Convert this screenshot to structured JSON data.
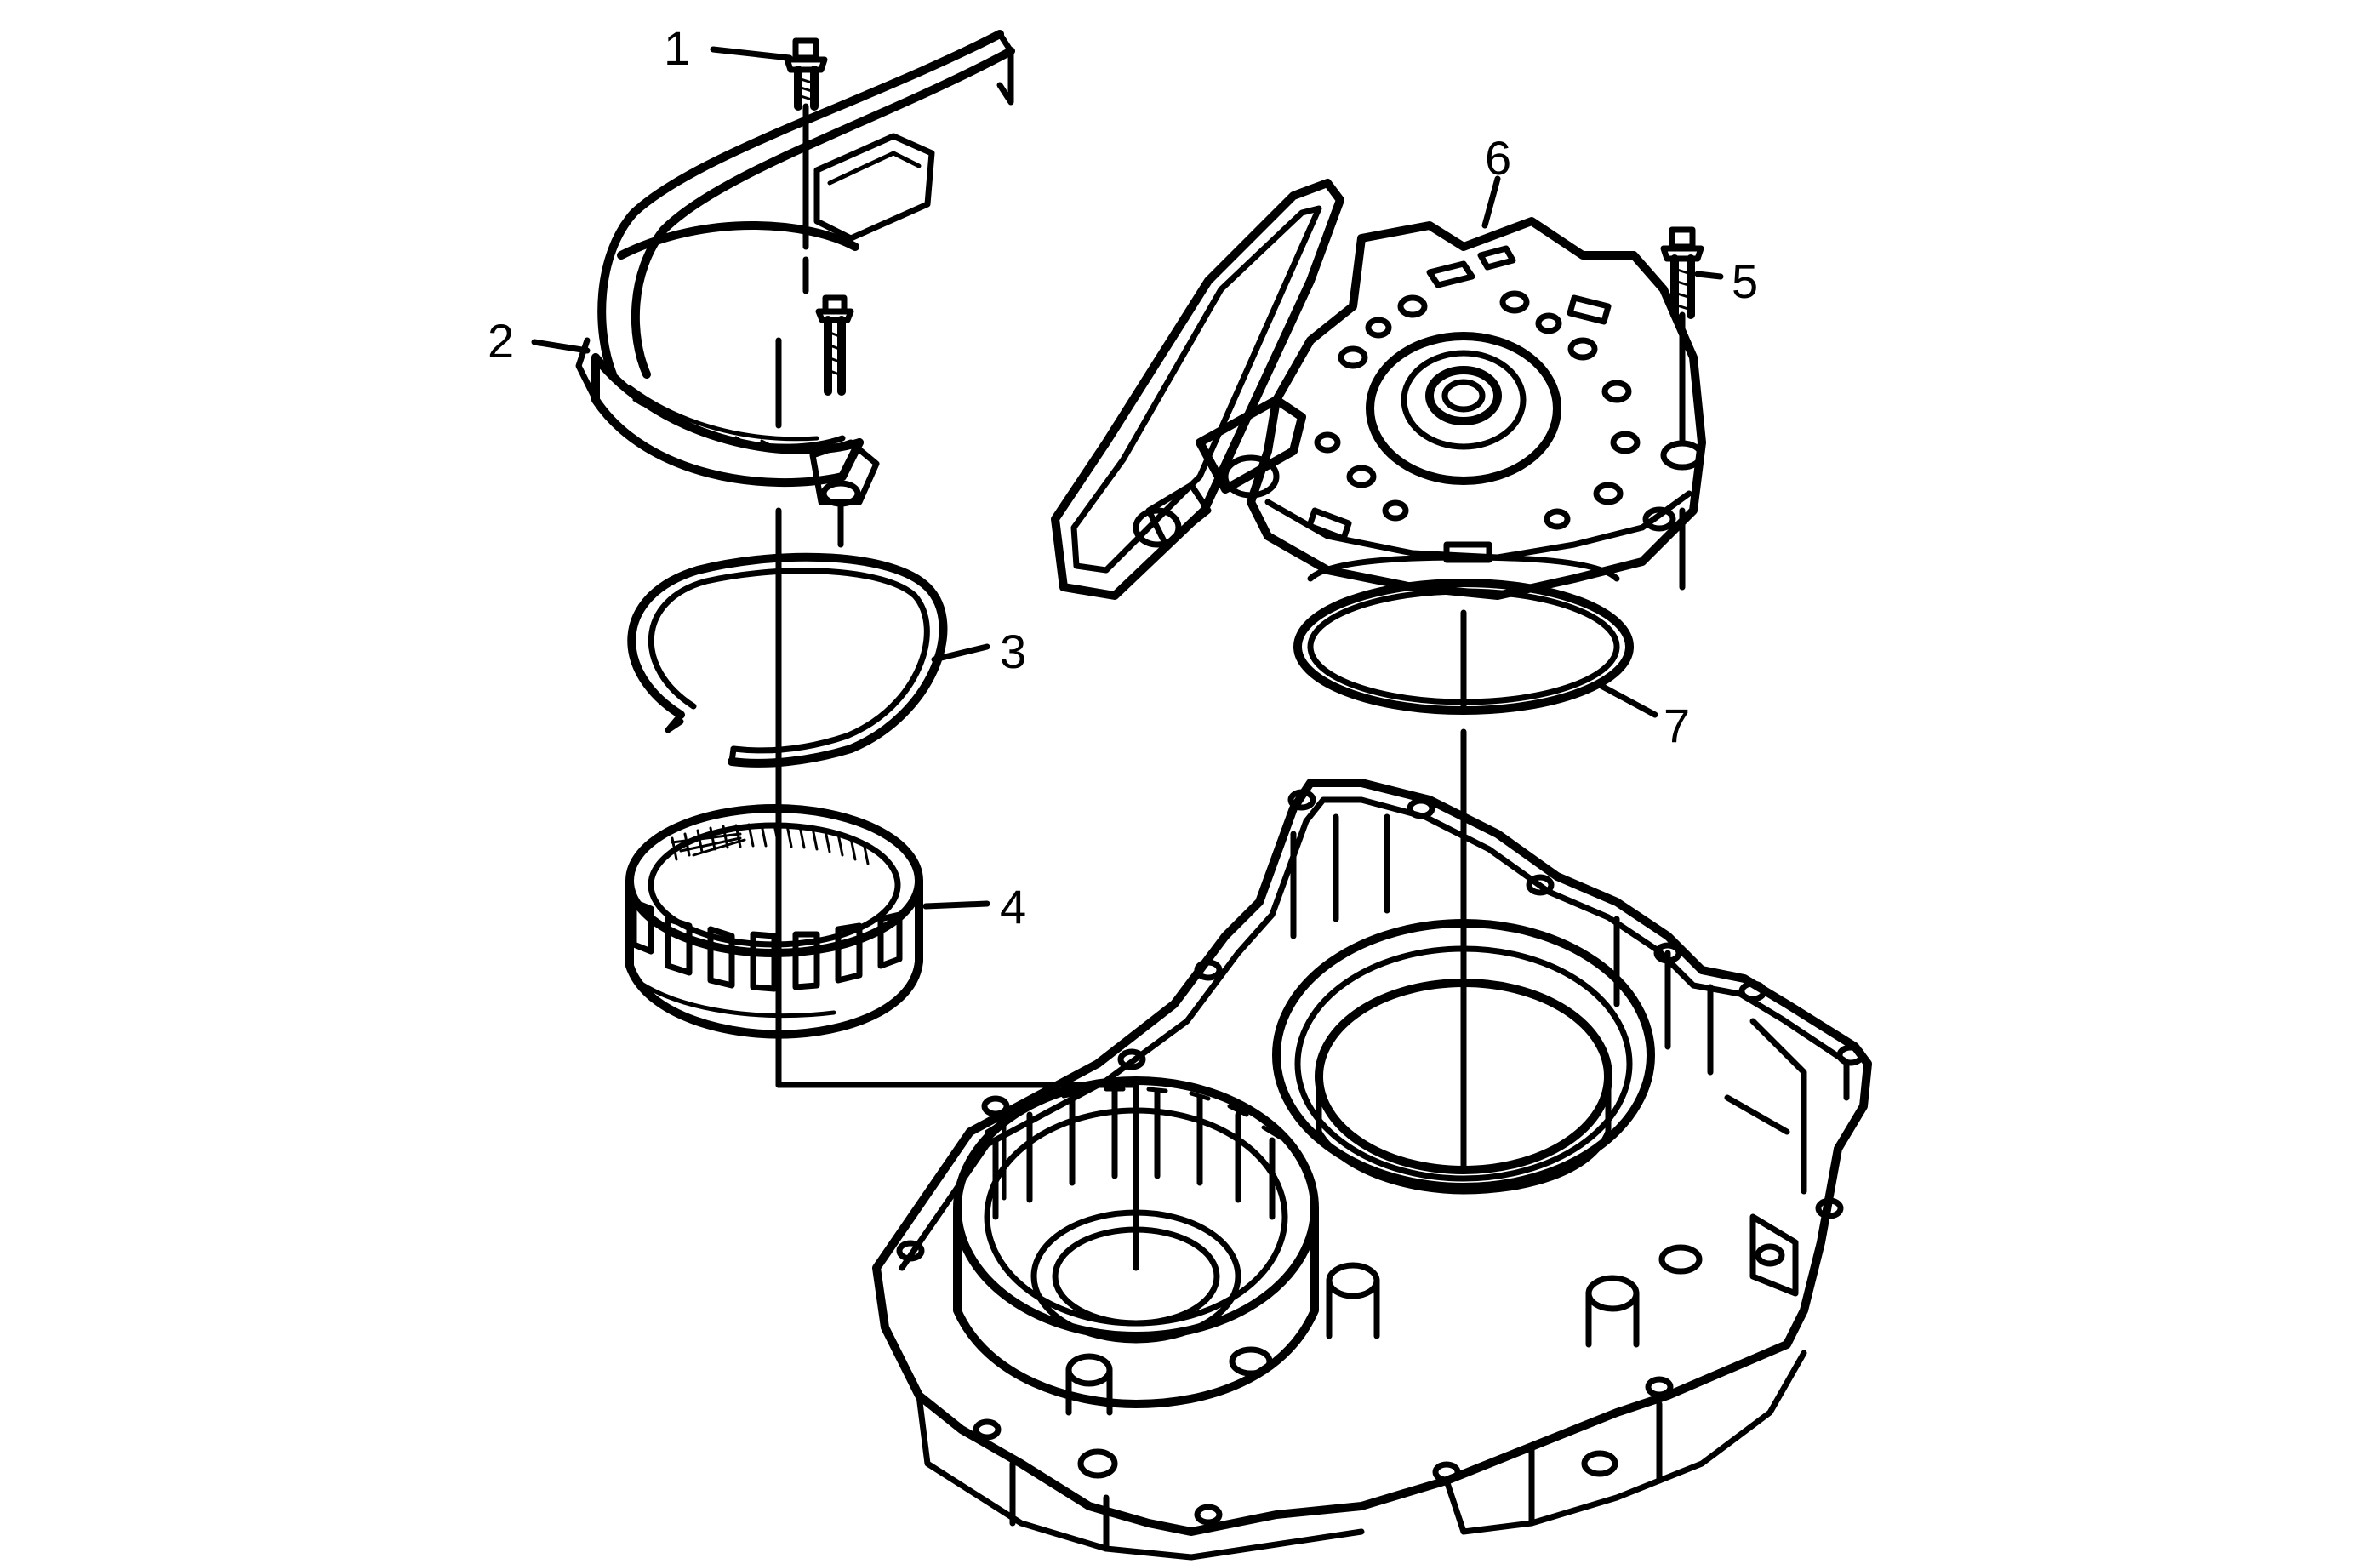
{
  "diagram": {
    "callouts": [
      {
        "id": "1",
        "text": "1"
      },
      {
        "id": "2",
        "text": "2"
      },
      {
        "id": "3",
        "text": "3"
      },
      {
        "id": "4",
        "text": "4"
      },
      {
        "id": "5",
        "text": "5"
      },
      {
        "id": "6",
        "text": "6"
      },
      {
        "id": "7",
        "text": "7"
      }
    ],
    "colors": {
      "ink": "#000000",
      "paper": "#ffffff"
    }
  }
}
